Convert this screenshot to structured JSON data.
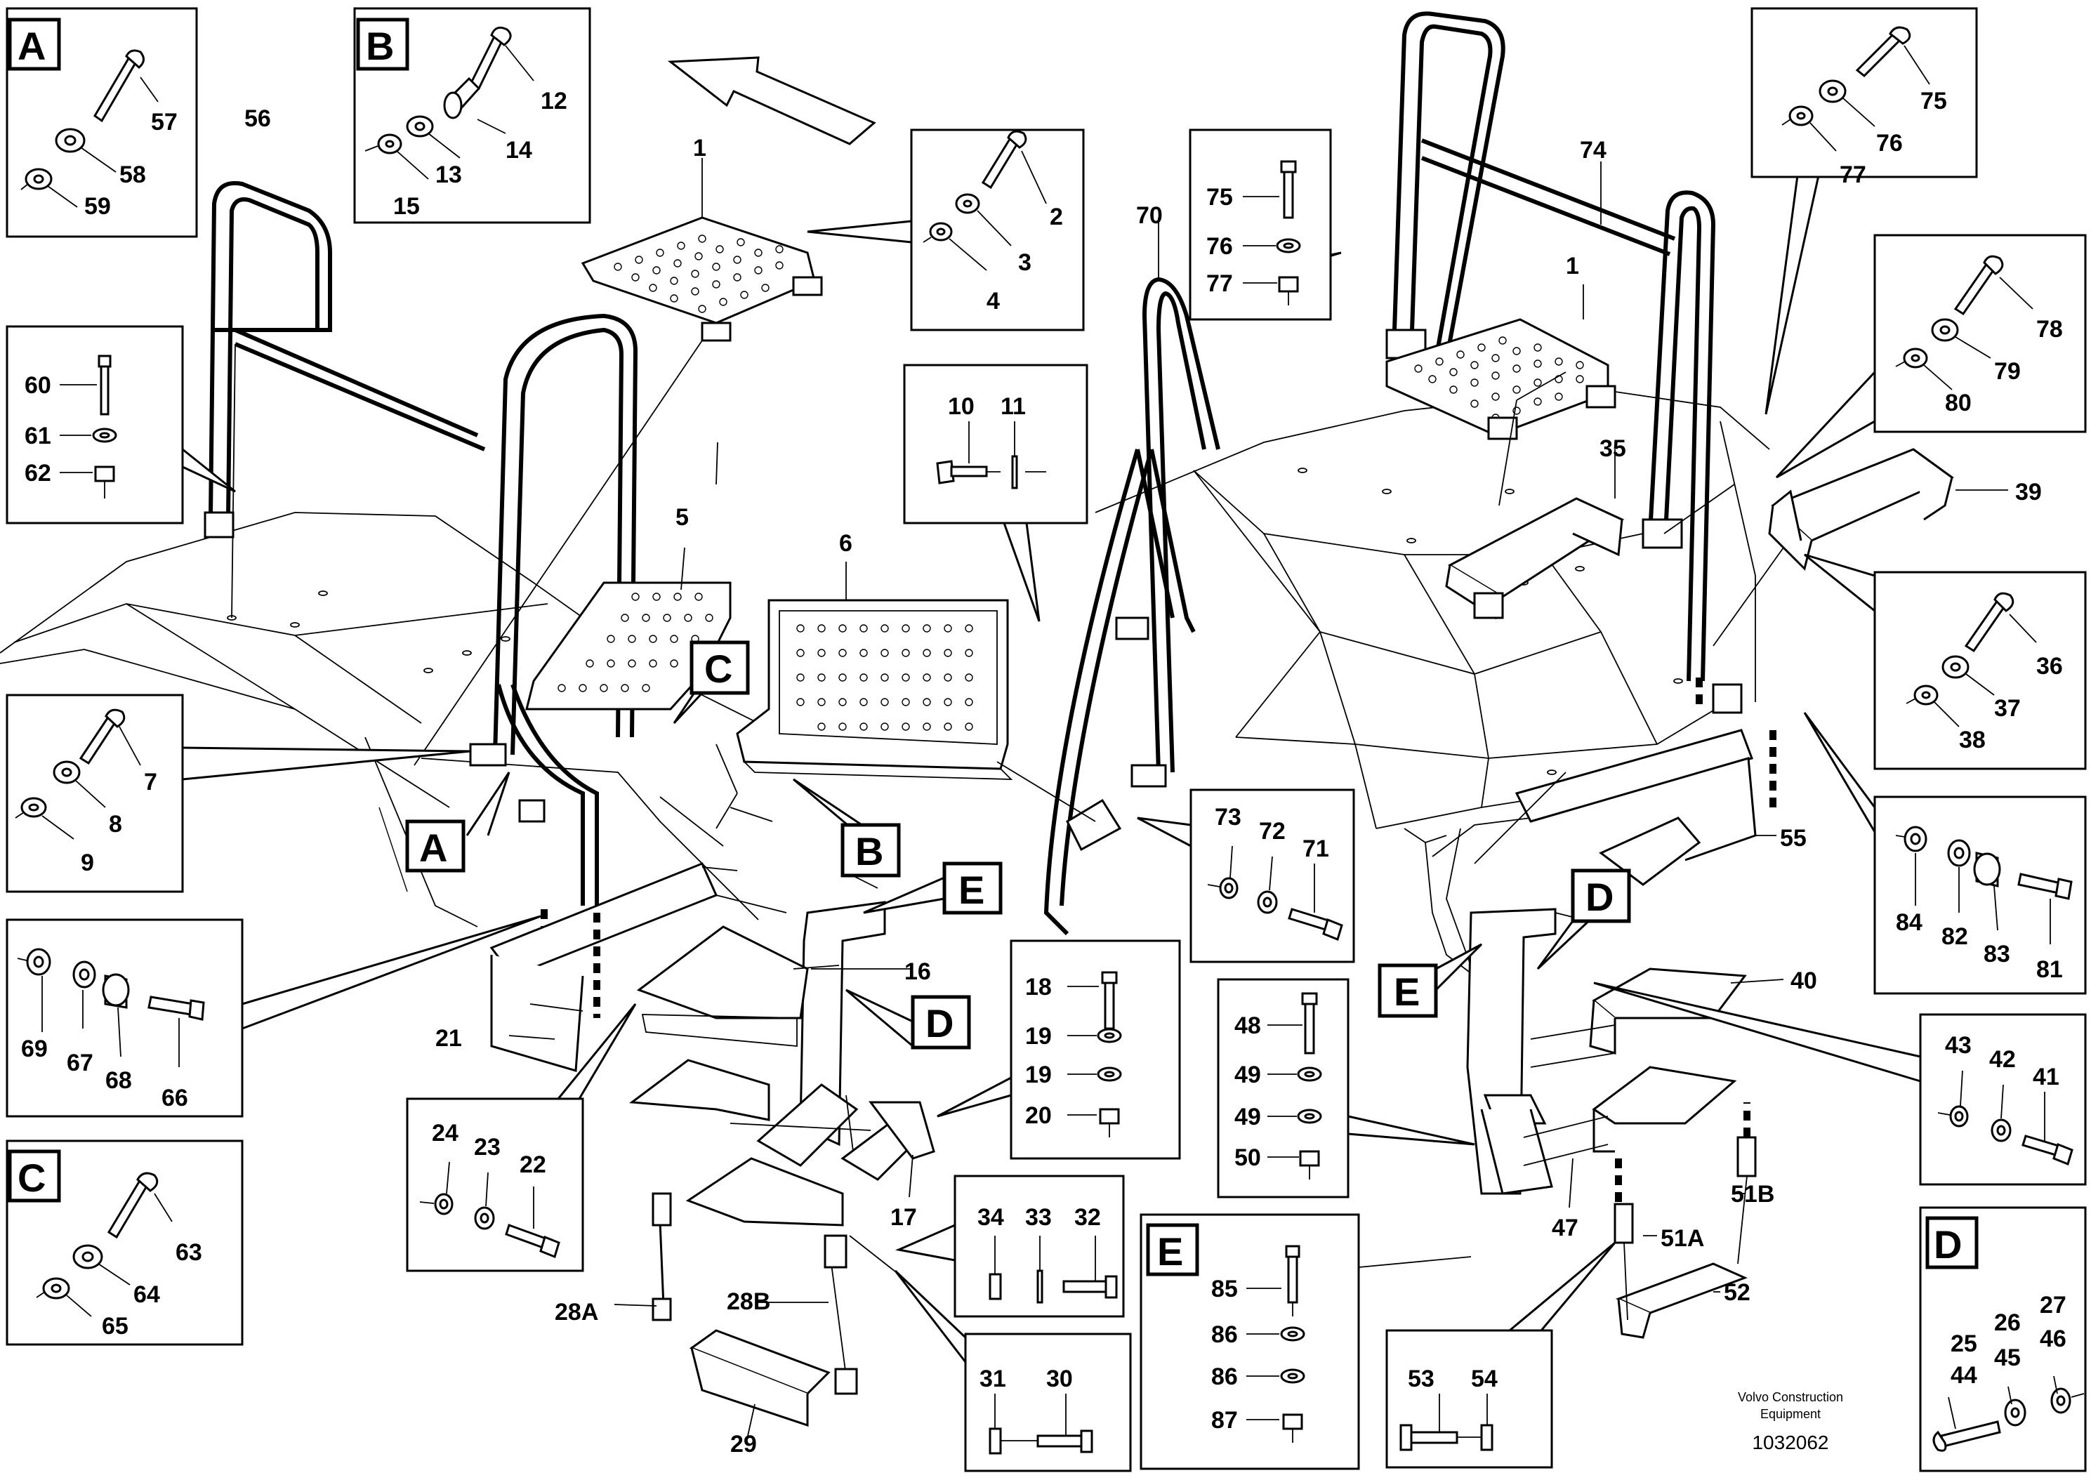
{
  "footer": {
    "company_line1": "Volvo Construction",
    "company_line2": "Equipment",
    "drawing_id": "1032062"
  },
  "detail_boxes": {
    "A_top": {
      "letter": "A",
      "parts": [
        "57",
        "58",
        "59"
      ]
    },
    "B_top": {
      "letter": "B",
      "parts": [
        "12",
        "14",
        "13",
        "15"
      ]
    },
    "C_bottom": {
      "letter": "C",
      "parts": [
        "63",
        "64",
        "65"
      ]
    },
    "D_right": {
      "letter": "D",
      "parts": [
        "25",
        "26",
        "27",
        "44",
        "45",
        "46"
      ]
    },
    "E_bottom": {
      "letter": "E",
      "parts": [
        "85",
        "86",
        "86",
        "87"
      ]
    }
  },
  "callouts": {
    "plate_bolts": [
      "2",
      "3",
      "4"
    ],
    "bolt_60_62": [
      "60",
      "61",
      "62"
    ],
    "bolt_7_9": [
      "7",
      "8",
      "9"
    ],
    "bolt_66_69": [
      "69",
      "67",
      "68",
      "66"
    ],
    "bolt_22_24": [
      "24",
      "23",
      "22"
    ],
    "bolt_10_11": [
      "10",
      "11"
    ],
    "bolt_18_20": [
      "18",
      "19",
      "19",
      "20"
    ],
    "bolt_32_34": [
      "34",
      "33",
      "32"
    ],
    "bolt_30_31": [
      "31",
      "30"
    ],
    "bolt_71_73": [
      "73",
      "72",
      "71"
    ],
    "bolt_75_77_mid": [
      "75",
      "76",
      "77"
    ],
    "bolt_75_77_top": [
      "75",
      "76",
      "77"
    ],
    "bolt_78_80": [
      "78",
      "79",
      "80"
    ],
    "bolt_36_38": [
      "36",
      "37",
      "38"
    ],
    "bolt_81_84": [
      "84",
      "82",
      "83",
      "81"
    ],
    "bolt_48_50": [
      "48",
      "49",
      "49",
      "50"
    ],
    "bolt_41_43": [
      "43",
      "42",
      "41"
    ],
    "bolt_53_54": [
      "53",
      "54"
    ]
  },
  "letter_tags": [
    "A",
    "B",
    "C",
    "D",
    "E",
    "D",
    "E"
  ],
  "part_labels": [
    "1",
    "5",
    "6",
    "16",
    "17",
    "21",
    "28A",
    "28B",
    "29",
    "56",
    "70",
    "74",
    "1",
    "35",
    "39",
    "55",
    "40",
    "47",
    "51A",
    "51B",
    "52"
  ]
}
